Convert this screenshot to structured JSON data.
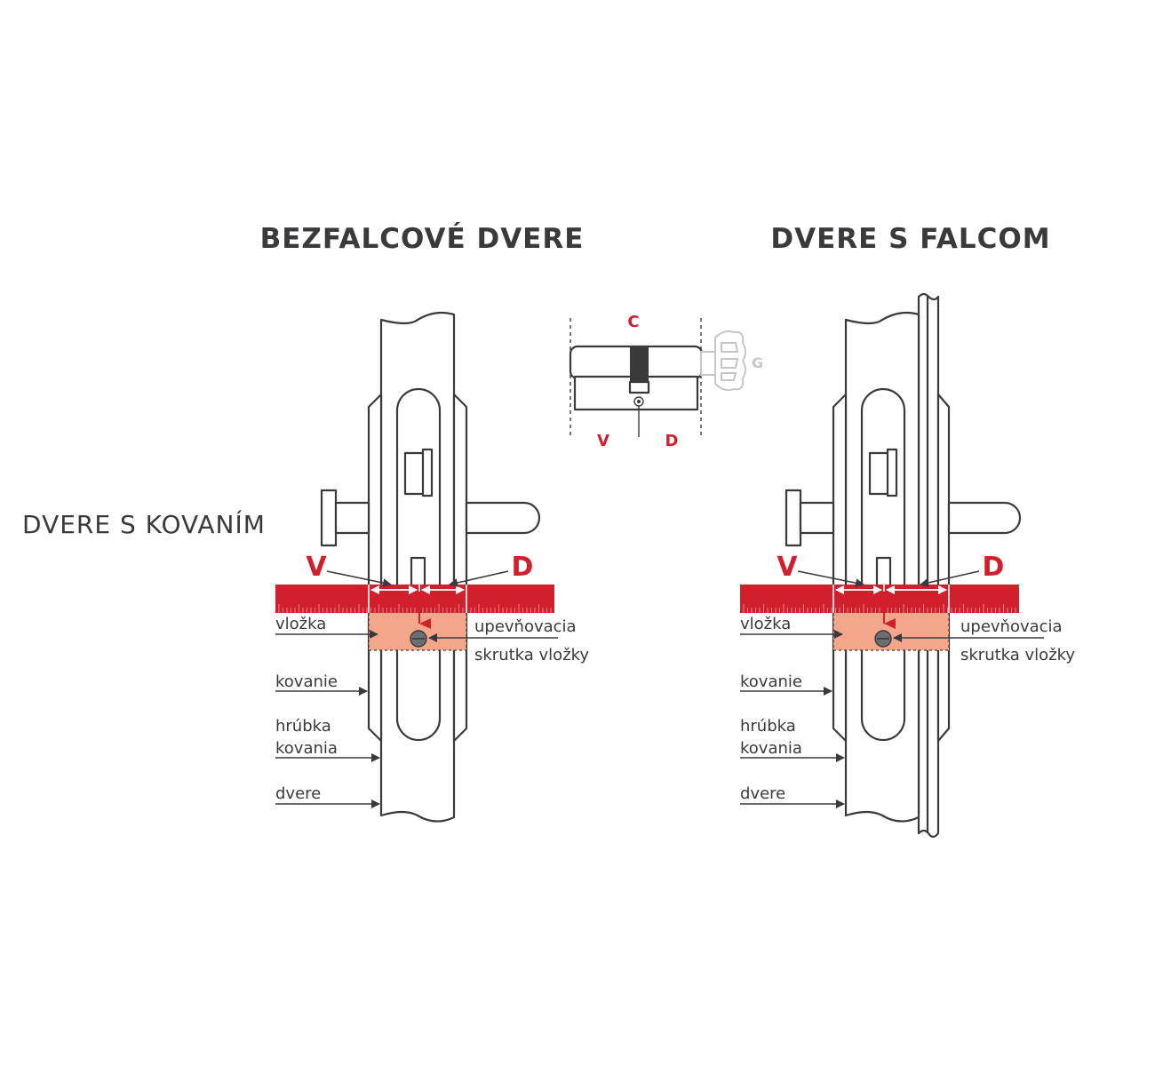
{
  "titles": {
    "left": "BEZFALCOVÉ DVERE",
    "right": "DVERE S FALCOM",
    "side": "DVERE S KOVANÍM"
  },
  "cylinder_legend": {
    "c": "C",
    "g": "G",
    "v": "V",
    "d": "D"
  },
  "left_diagram": {
    "v": "V",
    "d": "D",
    "labels": {
      "vlozka": "vložka",
      "kovanie": "kovanie",
      "hrubka_1": "hrúbka",
      "hrubka_2": "kovania",
      "dvere": "dvere",
      "screw_1": "upevňovacia",
      "screw_2": "skrutka vložky"
    }
  },
  "right_diagram": {
    "v": "V",
    "d": "D",
    "labels": {
      "vlozka": "vložka",
      "kovanie": "kovanie",
      "hrubka_1": "hrúbka",
      "hrubka_2": "kovania",
      "dvere": "dvere",
      "screw_1": "upevňovacia",
      "screw_2": "skrutka vložky"
    }
  },
  "colors": {
    "red": "#d0202e",
    "salmon": "#f4a68a",
    "ink": "#3a3a3c",
    "grey": "#c6c6c8"
  }
}
